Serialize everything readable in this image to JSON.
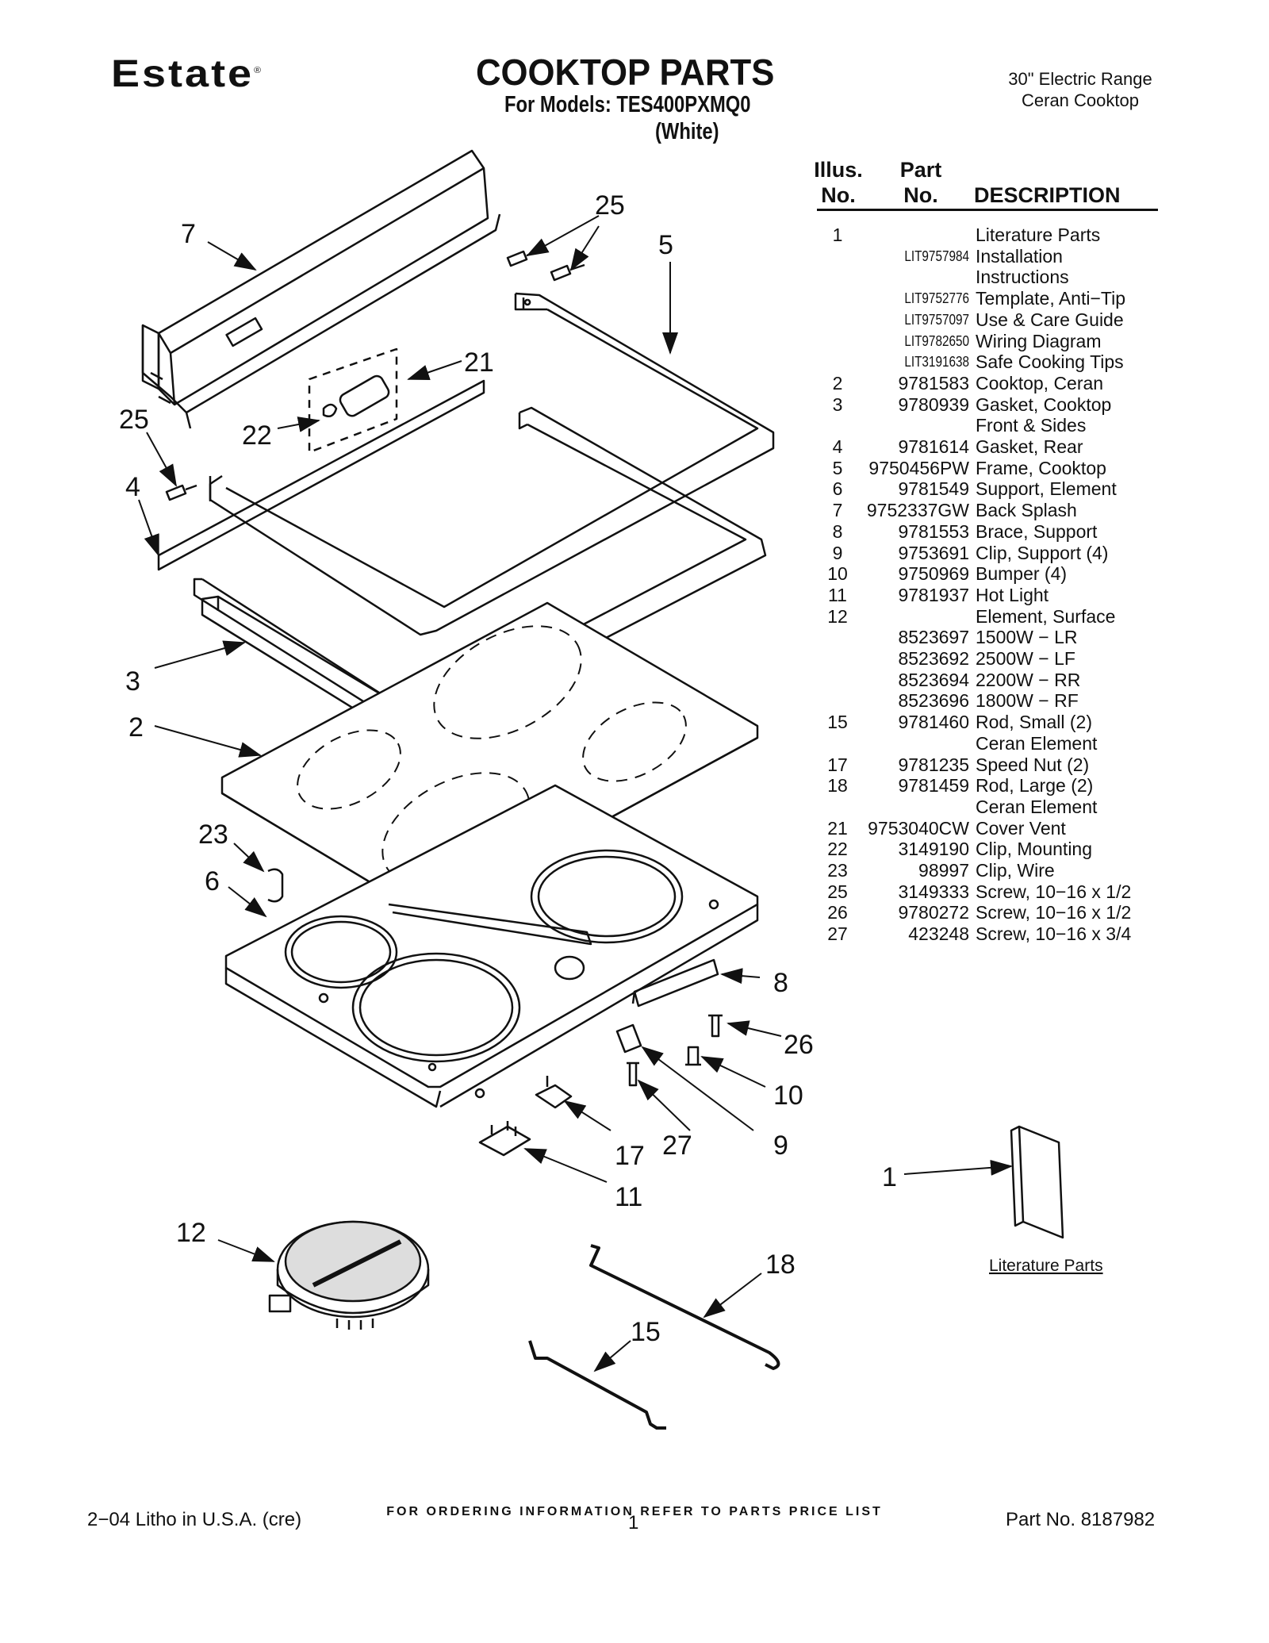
{
  "header": {
    "brand": "Estate",
    "brand_mark": "®",
    "title": "COOKTOP PARTS",
    "models_line": "For Models: TES400PXMQ0",
    "color_line": "(White)",
    "product_line1": "30\" Electric Range",
    "product_line2": "Ceran Cooktop"
  },
  "columns": {
    "illus_line1": "Illus.",
    "illus_line2": "No.",
    "part_line1": "Part",
    "part_line2": "No.",
    "description": "DESCRIPTION"
  },
  "parts": [
    {
      "illus": "1",
      "part": "",
      "desc": "Literature Parts",
      "lit": false
    },
    {
      "illus": "",
      "part": "LIT9757984",
      "desc": "Installation",
      "lit": true
    },
    {
      "illus": "",
      "part": "",
      "desc": "Instructions",
      "lit": false
    },
    {
      "illus": "",
      "part": "LIT9752776",
      "desc": "Template, Anti−Tip",
      "lit": true
    },
    {
      "illus": "",
      "part": "LIT9757097",
      "desc": "Use & Care Guide",
      "lit": true
    },
    {
      "illus": "",
      "part": "LIT9782650",
      "desc": "Wiring Diagram",
      "lit": true
    },
    {
      "illus": "",
      "part": "LIT3191638",
      "desc": "Safe Cooking Tips",
      "lit": true
    },
    {
      "illus": "2",
      "part": "9781583",
      "desc": "Cooktop, Ceran",
      "lit": false
    },
    {
      "illus": "3",
      "part": "9780939",
      "desc": "Gasket, Cooktop",
      "lit": false
    },
    {
      "illus": "",
      "part": "",
      "desc": "Front & Sides",
      "lit": false
    },
    {
      "illus": "4",
      "part": "9781614",
      "desc": "Gasket, Rear",
      "lit": false
    },
    {
      "illus": "5",
      "part": "9750456PW",
      "desc": "Frame, Cooktop",
      "lit": false
    },
    {
      "illus": "6",
      "part": "9781549",
      "desc": "Support, Element",
      "lit": false
    },
    {
      "illus": "7",
      "part": "9752337GW",
      "desc": "Back Splash",
      "lit": false
    },
    {
      "illus": "8",
      "part": "9781553",
      "desc": "Brace, Support",
      "lit": false
    },
    {
      "illus": "9",
      "part": "9753691",
      "desc": "Clip, Support (4)",
      "lit": false
    },
    {
      "illus": "10",
      "part": "9750969",
      "desc": "Bumper (4)",
      "lit": false
    },
    {
      "illus": "11",
      "part": "9781937",
      "desc": "Hot Light",
      "lit": false
    },
    {
      "illus": "12",
      "part": "",
      "desc": "Element, Surface",
      "lit": false
    },
    {
      "illus": "",
      "part": "8523697",
      "desc": "1500W − LR",
      "lit": false
    },
    {
      "illus": "",
      "part": "8523692",
      "desc": "2500W − LF",
      "lit": false
    },
    {
      "illus": "",
      "part": "8523694",
      "desc": "2200W − RR",
      "lit": false
    },
    {
      "illus": "",
      "part": "8523696",
      "desc": "1800W − RF",
      "lit": false
    },
    {
      "illus": "15",
      "part": "9781460",
      "desc": "Rod, Small (2)",
      "lit": false
    },
    {
      "illus": "",
      "part": "",
      "desc": "Ceran Element",
      "lit": false
    },
    {
      "illus": "17",
      "part": "9781235",
      "desc": "Speed Nut (2)",
      "lit": false
    },
    {
      "illus": "18",
      "part": "9781459",
      "desc": "Rod, Large (2)",
      "lit": false
    },
    {
      "illus": "",
      "part": "",
      "desc": "Ceran Element",
      "lit": false
    },
    {
      "illus": "21",
      "part": "9753040CW",
      "desc": "Cover Vent",
      "lit": false
    },
    {
      "illus": "22",
      "part": "3149190",
      "desc": "Clip, Mounting",
      "lit": false
    },
    {
      "illus": "23",
      "part": "98997",
      "desc": "Clip, Wire",
      "lit": false
    },
    {
      "illus": "25",
      "part": "3149333",
      "desc": "Screw, 10−16 x 1/2",
      "lit": false
    },
    {
      "illus": "26",
      "part": "9780272",
      "desc": "Screw, 10−16 x 1/2",
      "lit": false
    },
    {
      "illus": "27",
      "part": "423248",
      "desc": "Screw, 10−16 x 3/4",
      "lit": false
    }
  ],
  "callouts": [
    "7",
    "25",
    "5",
    "21",
    "25",
    "22",
    "4",
    "3",
    "2",
    "23",
    "6",
    "8",
    "26",
    "10",
    "27",
    "9",
    "17",
    "11",
    "1",
    "12",
    "18",
    "15"
  ],
  "literature_caption": "Literature Parts",
  "footer": {
    "ordering_note": "FOR ORDERING INFORMATION REFER TO PARTS PRICE LIST",
    "litho": "2−04 Litho in U.S.A. (cre)",
    "page": "1",
    "part_no": "Part No. 8187982"
  }
}
